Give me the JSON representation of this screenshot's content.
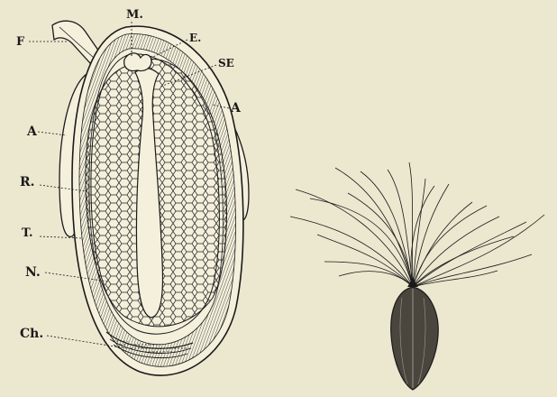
{
  "figure": {
    "labels": {
      "m": "M.",
      "e": "E.",
      "f": "F",
      "se": "SE",
      "a_left": "A",
      "a_right": "A",
      "r": "R.",
      "t": "T.",
      "n": "N.",
      "ch": "Ch."
    }
  },
  "colors": {
    "paper": "#ece7cf",
    "ink": "#1a1a1a",
    "achene": "#4a463e"
  }
}
